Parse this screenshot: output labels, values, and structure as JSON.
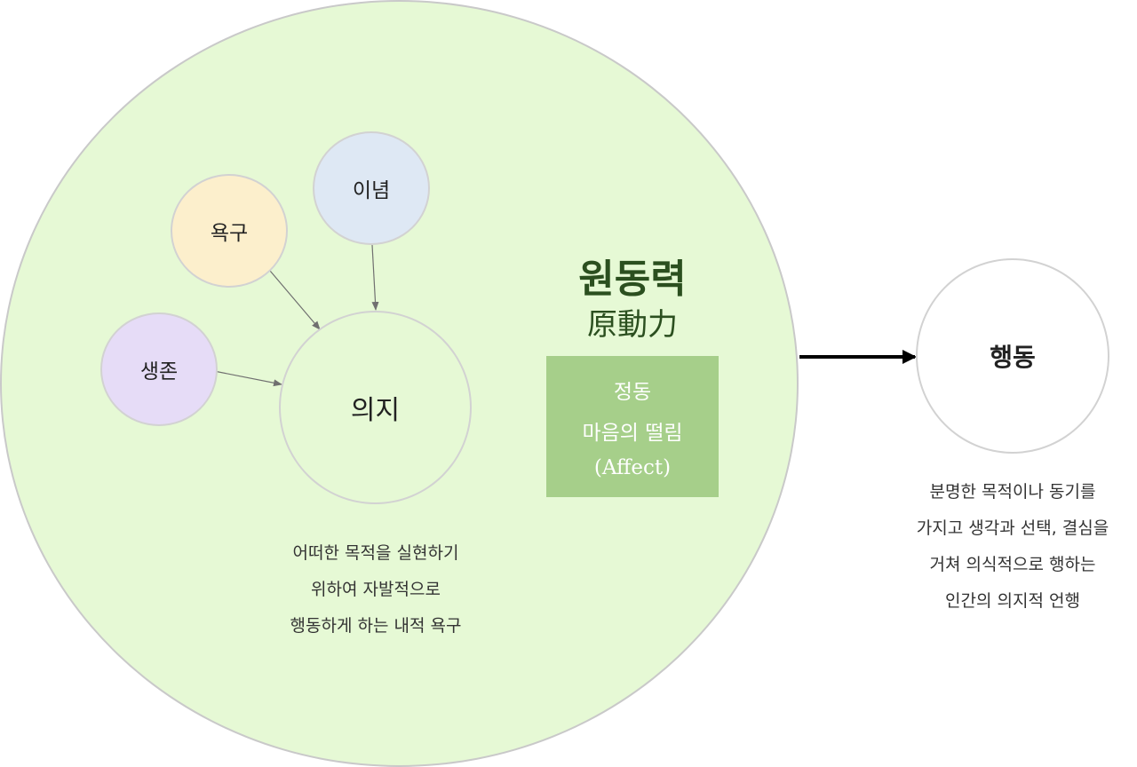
{
  "diagram": {
    "motive": {
      "title": "원동력",
      "subtitle": "原動力"
    },
    "affect": {
      "line1": "정동",
      "line2": "마음의 떨림",
      "line3": "(Affect)"
    },
    "nodes": {
      "belief": "이념",
      "desire": "욕구",
      "survival": "생존",
      "will": "의지",
      "action": "행동"
    },
    "will_description": [
      "어떠한 목적을 실현하기",
      "위하여 자발적으로",
      "행동하게 하는 내적 욕구"
    ],
    "action_description": [
      "분명한 목적이나 동기를",
      "가지고 생각과 선택, 결심을",
      "거쳐 의식적으로 행하는",
      "인간의 의지적 언행"
    ],
    "colors": {
      "outer_circle": "#e6f9d5",
      "belief": "#dee8f4",
      "desire": "#fcefcc",
      "survival": "#e6dcf7",
      "affect_box": "#a6cf8a",
      "motive_text": "#2b4f1f"
    }
  }
}
